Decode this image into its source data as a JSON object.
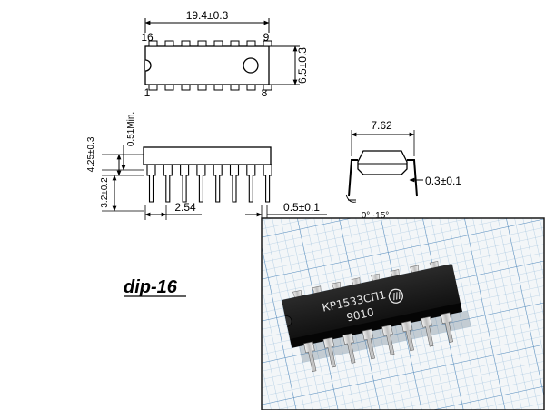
{
  "package_label": "dip-16",
  "top_view": {
    "length_dim": "19.4±0.3",
    "width_dim": "6.5±0.3",
    "pin_16": "16",
    "pin_9": "9",
    "pin_1": "1",
    "pin_8": "8"
  },
  "side_view": {
    "min_clearance": "0.51Min.",
    "lead_length": "4.25±0.3",
    "body_height": "3.2±0.2",
    "pitch": "2.54",
    "lead_width": "0.5±0.1"
  },
  "end_view": {
    "row_spacing": "7.62",
    "lead_thickness": "0.3±0.1",
    "angle": "0°~15°"
  },
  "photo": {
    "marking_line1": "КР1533СП1",
    "marking_line2": "9010"
  }
}
